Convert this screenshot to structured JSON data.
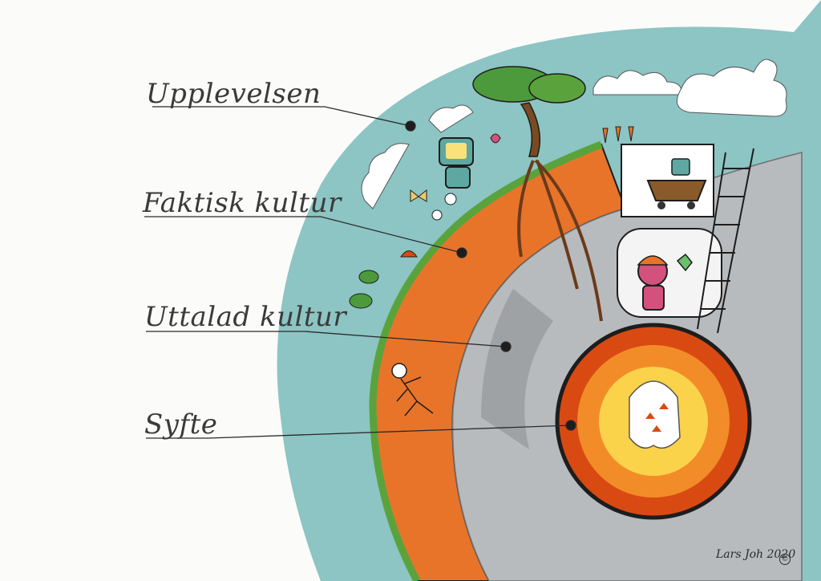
{
  "layers": [
    {
      "id": "experience",
      "label": "Upplevelsen"
    },
    {
      "id": "actual-culture",
      "label": "Faktisk kultur"
    },
    {
      "id": "stated-culture",
      "label": "Uttalad kultur"
    },
    {
      "id": "purpose",
      "label": "Syfte"
    }
  ],
  "signature": {
    "text": "Lars Joh 2020",
    "mark": "©"
  },
  "colors": {
    "sky": "#7fbfbd",
    "grass": "#5aa33c",
    "soil": "#e8742a",
    "rock": "#b8bbbd",
    "core_outer": "#d94a12",
    "core_inner": "#fbd34a",
    "outline": "#1d1d1d"
  },
  "illustrations": [
    "tree-icon",
    "robot-icon",
    "miner-robot-icon",
    "skeleton-icon",
    "cloud-icon",
    "thumbs-up-cloud-icon",
    "mine-cart-icon",
    "ladder-icon",
    "flame-face-icon",
    "butterfly-icon",
    "flower-icon",
    "mushroom-icon",
    "carrot-icon"
  ]
}
